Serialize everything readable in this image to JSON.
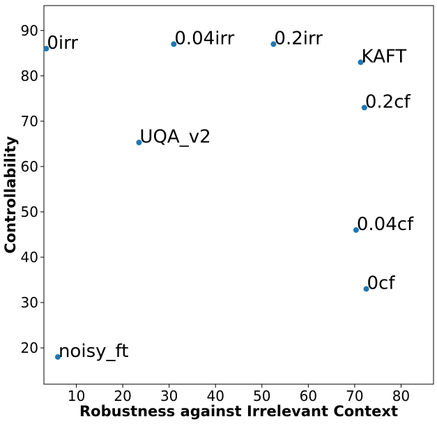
{
  "chart_data": {
    "type": "scatter",
    "title": "",
    "xlabel": "Robustness against Irrelevant Context",
    "ylabel": "Controllability",
    "xlim": [
      3,
      87
    ],
    "ylim": [
      12,
      95.5
    ],
    "xticks": [
      10,
      20,
      30,
      40,
      50,
      60,
      70,
      80
    ],
    "yticks": [
      20,
      30,
      40,
      50,
      60,
      70,
      80,
      90
    ],
    "grid": false,
    "legend": "none",
    "marker_color": "#1f77b4",
    "points": [
      {
        "label": "0irr",
        "x": 3.5,
        "y": 86
      },
      {
        "label": "0.04irr",
        "x": 31,
        "y": 87
      },
      {
        "label": "0.2irr",
        "x": 52.5,
        "y": 87
      },
      {
        "label": "KAFT",
        "x": 71.3,
        "y": 83
      },
      {
        "label": "0.2cf",
        "x": 72.1,
        "y": 73
      },
      {
        "label": "UQA_v2",
        "x": 23.5,
        "y": 65.3
      },
      {
        "label": "0.04cf",
        "x": 70.3,
        "y": 46
      },
      {
        "label": "0cf",
        "x": 72.5,
        "y": 33
      },
      {
        "label": "noisy_ft",
        "x": 6,
        "y": 18
      }
    ]
  }
}
